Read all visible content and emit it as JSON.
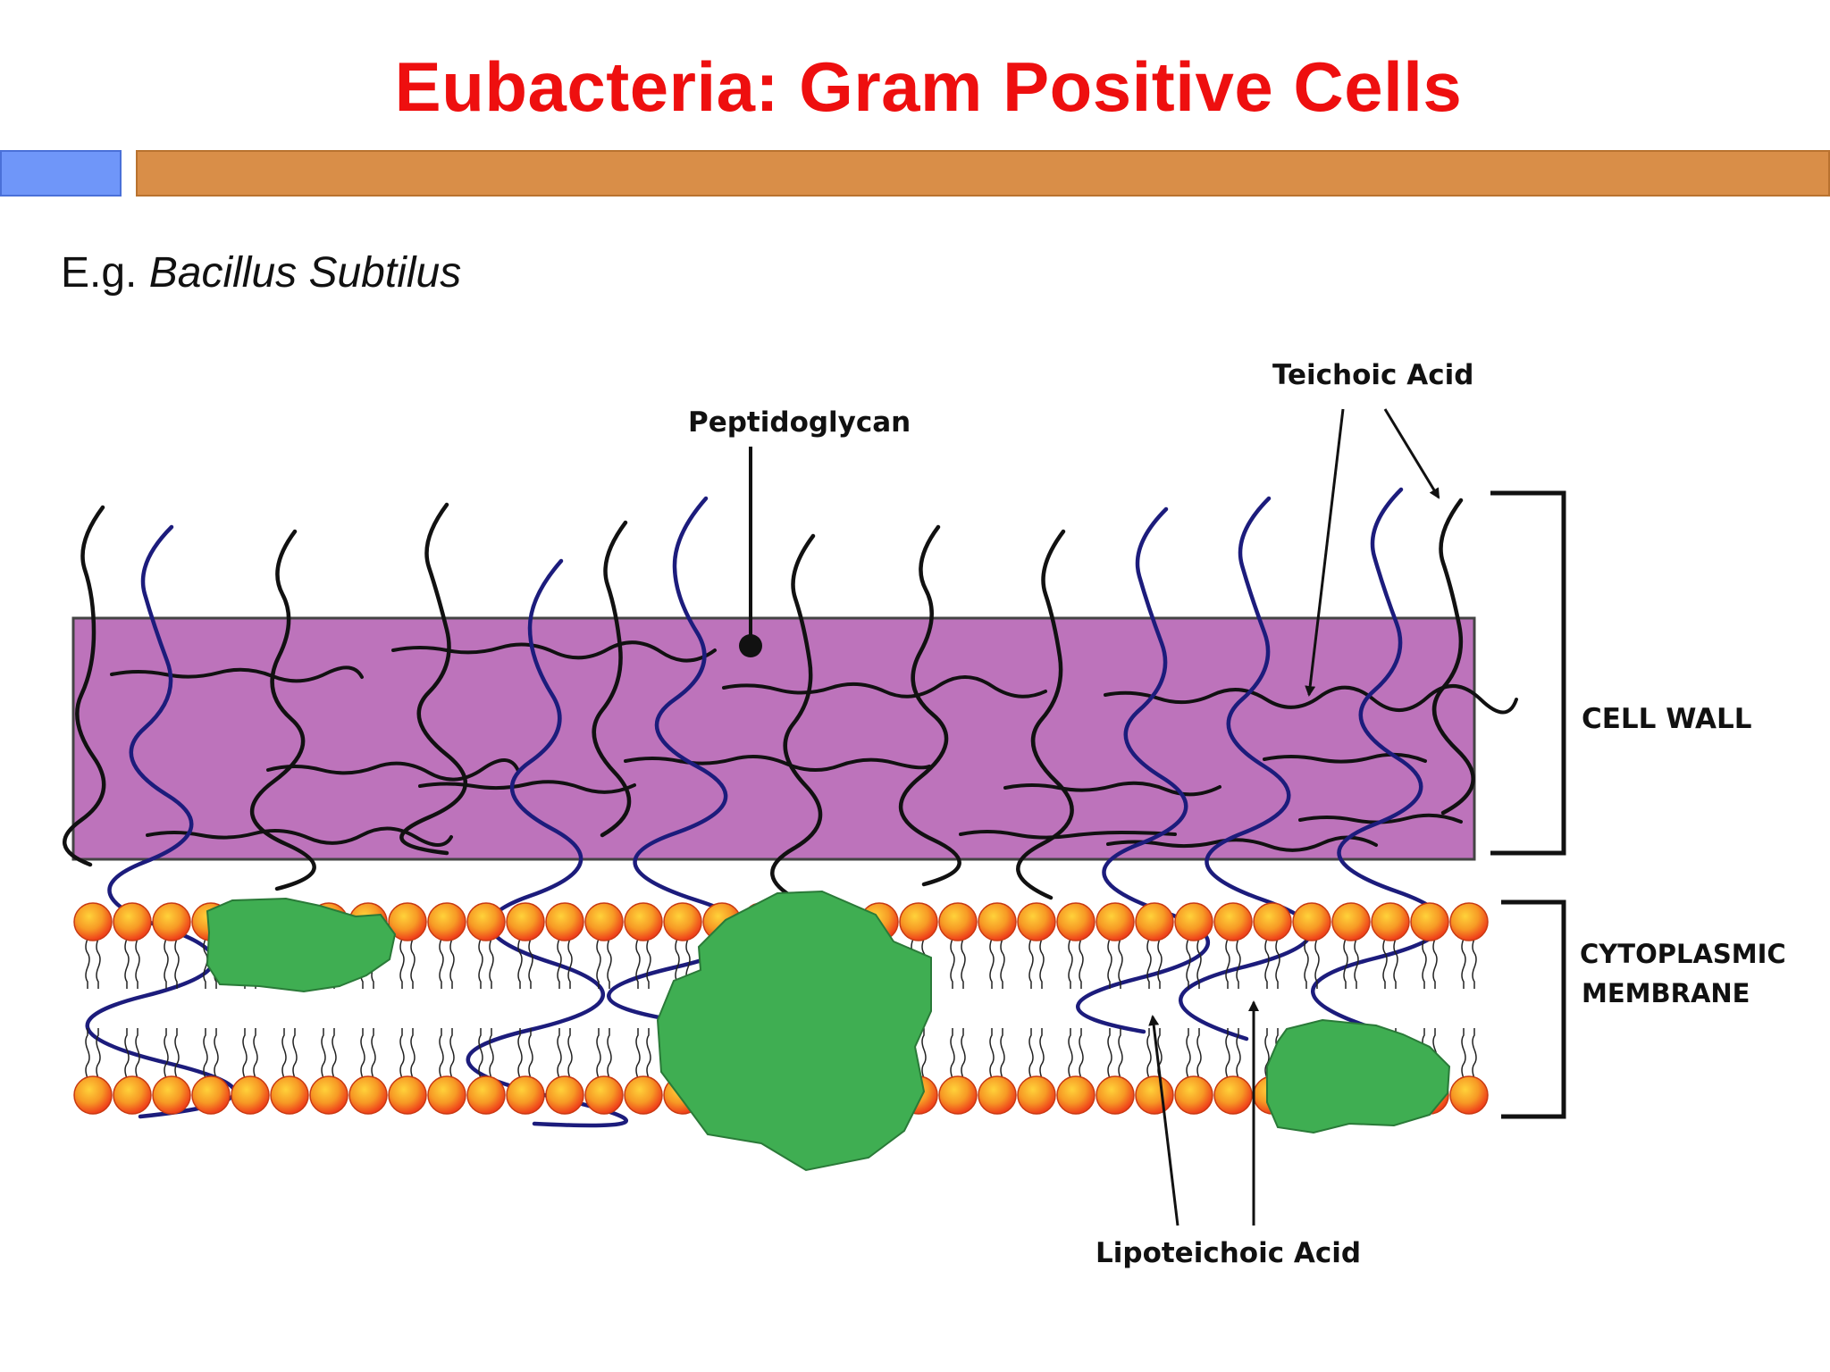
{
  "slide": {
    "title": "Eubacteria: Gram Positive Cells",
    "example_prefix": "E.g.",
    "example_species": "Bacillus Subtilus"
  },
  "diagram": {
    "labels": {
      "peptidoglycan": "Peptidoglycan",
      "teichoic_acid": "Teichoic Acid",
      "lipoteichoic_acid": "Lipoteichoic Acid",
      "cell_wall": "CELL WALL",
      "cytoplasmic_membrane_line1": "CYTOPLASMIC",
      "cytoplasmic_membrane_line2": "MEMBRANE"
    },
    "colors": {
      "title_red": "#ee0f0f",
      "accent_blue_bar": "#6f96f9",
      "accent_orange_bar": "#d98e48",
      "cell_wall_fill": "#bd73bb",
      "teichoic_chain": "#111111",
      "lipoteichoic_chain": "#1c1c7c",
      "membrane_protein": "#3fae52",
      "lipid_head_outer": "#f0a020",
      "lipid_head_inner": "#f24a1e"
    }
  }
}
